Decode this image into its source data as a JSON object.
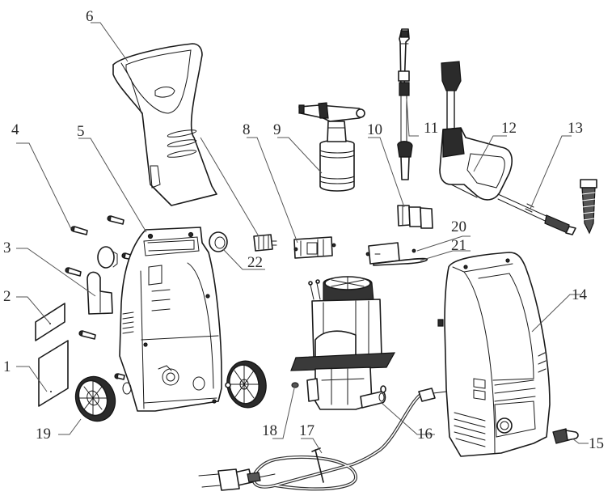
{
  "diagram": {
    "type": "exploded-parts-diagram",
    "subject": "electric pressure washer",
    "parts": [
      {
        "number": "1",
        "name": "label-sticker-large"
      },
      {
        "number": "2",
        "name": "label-sticker-small"
      },
      {
        "number": "3",
        "name": "hose-hook"
      },
      {
        "number": "4",
        "name": "screw"
      },
      {
        "number": "5",
        "name": "rear-housing"
      },
      {
        "number": "6",
        "name": "handle"
      },
      {
        "number": "8",
        "name": "switch"
      },
      {
        "number": "9",
        "name": "detergent-bottle"
      },
      {
        "number": "10",
        "name": "holder-clip"
      },
      {
        "number": "11",
        "name": "lance-extension"
      },
      {
        "number": "12",
        "name": "spray-gun"
      },
      {
        "number": "13",
        "name": "nozzle-lance"
      },
      {
        "number": "14",
        "name": "front-housing"
      },
      {
        "number": "15",
        "name": "inlet-connector"
      },
      {
        "number": "16",
        "name": "motor-pump-assembly"
      },
      {
        "number": "17",
        "name": "power-cord"
      },
      {
        "number": "18",
        "name": "washer"
      },
      {
        "number": "19",
        "name": "wheel"
      },
      {
        "number": "20",
        "name": "capacitor-bracket-screw"
      },
      {
        "number": "21",
        "name": "capacitor"
      },
      {
        "number": "22",
        "name": "seal-ring"
      }
    ],
    "labels": {
      "l1": "1",
      "l2": "2",
      "l3": "3",
      "l4": "4",
      "l5": "5",
      "l6": "6",
      "l8": "8",
      "l9": "9",
      "l10": "10",
      "l11": "11",
      "l12": "12",
      "l13": "13",
      "l14": "14",
      "l15": "15",
      "l16": "16",
      "l17": "17",
      "l18": "18",
      "l19": "19",
      "l20": "20",
      "l21": "21",
      "l22": "22"
    }
  }
}
